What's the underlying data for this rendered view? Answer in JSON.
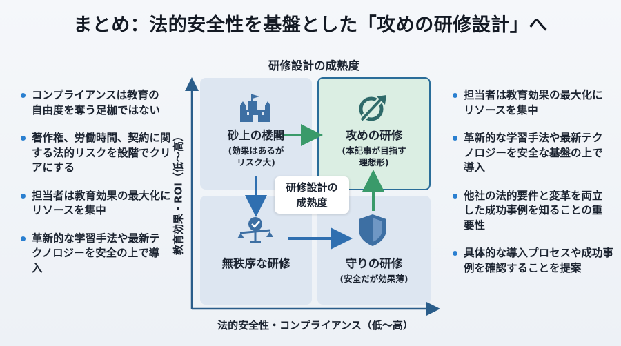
{
  "title": "まとめ：法的安全性を基盤とした「攻めの研修設計」へ",
  "left_bullets": [
    "コンプライアンスは教育の自由度を奪う足枷ではない",
    "著作権、労働時間、契約に関する法的リスクを設階でクリアにする",
    "担当者は教育効果の最大化にリソースを集中",
    "革新的な学習手法や最新テクノロジーを安全の上で導入"
  ],
  "right_bullets": [
    "担当者は教育効果の最大化にリソースを集中",
    "革新的な学習手法や最新テクノロジーを安全な基盤の上で導入",
    "他社の法的要件と変革を両立した成功事例を知ることの重要性",
    "具体的な導入プロセスや成功事例を確認することを提案"
  ],
  "diagram": {
    "title": "研修設計の成熟度",
    "y_axis_label": "教育効果・ROI（低〜高）",
    "x_axis_label": "法的安全性・コンプライアンス（低〜高）",
    "center_label_1": "研修設計の",
    "center_label_2": "成熟度",
    "quadrants": {
      "top_left": {
        "name": "砂上の楼閣",
        "sub1": "(効果はあるが",
        "sub2": "リスク大)",
        "icon": "castle-icon"
      },
      "top_right": {
        "name": "攻めの研修",
        "sub1": "(本記事が目指す",
        "sub2": "理想形)",
        "icon": "rocket-icon"
      },
      "bottom_left": {
        "name": "無秩序な研修",
        "icon": "scale-icon"
      },
      "bottom_right": {
        "name": "守りの研修",
        "sub1": "(安全だが効果薄)",
        "icon": "shield-icon"
      }
    },
    "colors": {
      "axis": "#2a5d8a",
      "arrow_blue": "#2f6fb0",
      "arrow_green": "#3a9a6a",
      "icon_blue": "#3d6fa3"
    }
  }
}
